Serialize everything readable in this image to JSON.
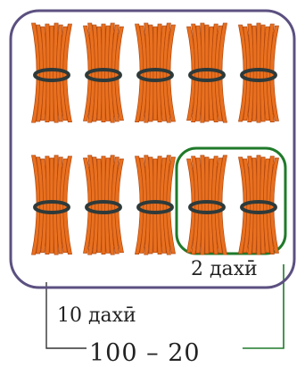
{
  "figure": {
    "bundle_count": 10,
    "groups": [
      {
        "label": "10 дахӣ"
      },
      {
        "label": "2 дахӣ",
        "bundles_in_group": 2
      }
    ],
    "expression": "100 – 20",
    "colors": {
      "outer_frame": "#5c5080",
      "inner_frame": "#1f7a2a",
      "stick_fill": "#e8701f",
      "stick_edge": "#b0450c",
      "band": "#2e3a3a"
    }
  }
}
